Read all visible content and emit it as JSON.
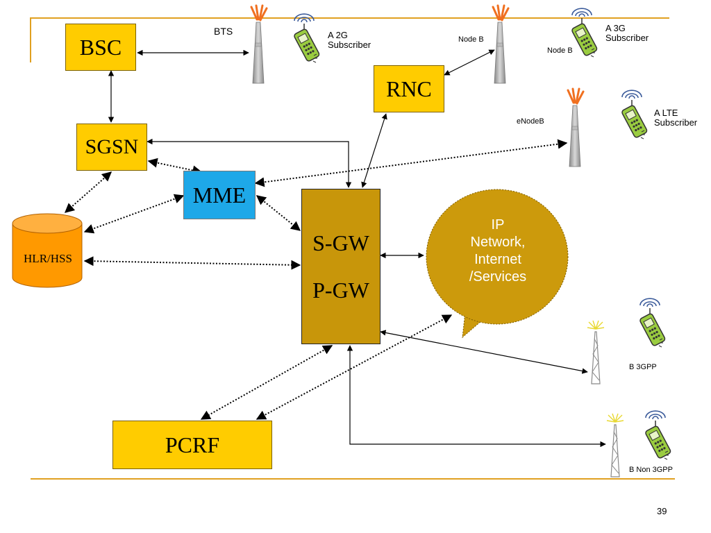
{
  "nodes": {
    "bsc": "BSC",
    "sgsn": "SGSN",
    "rnc": "RNC",
    "mme": "MME",
    "hlr": "HLR/HSS",
    "gw_s": "S-GW",
    "gw_p": "P-GW",
    "pcrf": "PCRF"
  },
  "cloud": [
    "IP",
    "Network,",
    "Internet",
    "/Services"
  ],
  "labels": {
    "bts": "BTS",
    "node_b_1": "Node B",
    "node_b_2": "Node B",
    "enodeb": "eNodeB",
    "sub_2g": [
      "A 2G",
      "Subscriber"
    ],
    "sub_3g": [
      "A 3G",
      "Subscriber"
    ],
    "sub_lte": [
      "A LTE",
      "Subscriber"
    ],
    "b_3gpp": "B 3GPP",
    "b_non_3gpp": "B Non 3GPP"
  },
  "page_number": "39",
  "colors": {
    "rule": "#e0a020",
    "box_yellow": "#ffcc00",
    "mme_blue": "#1ea8e8",
    "hlr_orange": "#ff9900",
    "gateway": "#c8960a",
    "cloud": "#cc9a0c",
    "antenna_orange": "#f07020",
    "phone_green": "#9acc40"
  },
  "icons": [
    "tower-icon",
    "mobile-phone-icon",
    "lattice-tower-icon"
  ]
}
